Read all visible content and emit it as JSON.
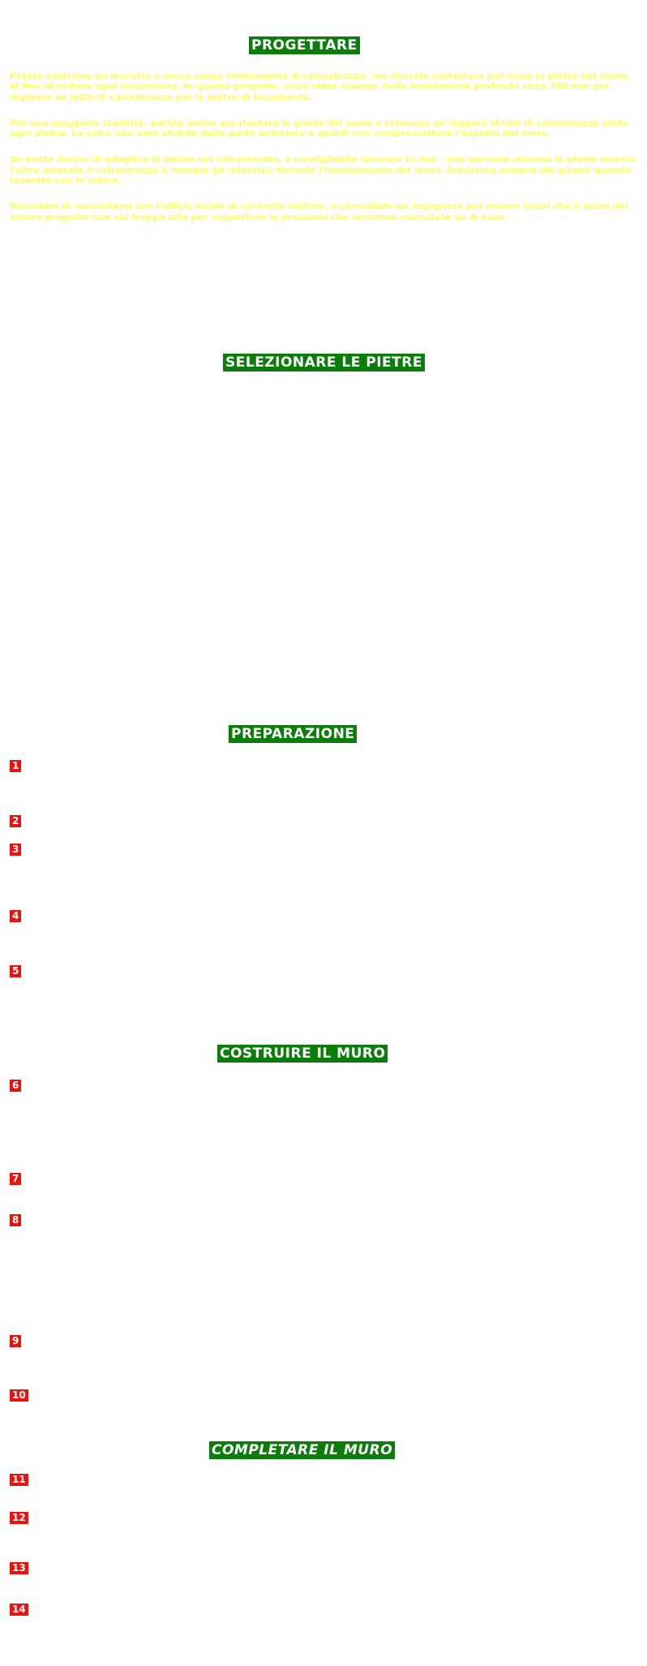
{
  "sections": {
    "progettare": {
      "title": "PROGETTARE",
      "paragraphs": [
        "Potete costruire un muretto a secco senza fondamenta di calcestruzzo, ma dovrete sotterrare per metà le pietre nel suolo, al fine di evitare ogni movimento. In questo progetto, sono state scavate delle fondamenta profonde circa 100 mm per ospitare un letto di calcestruzzo per le pietre di basamento.",
        "Per una maggiore stabilità, potete anche accatastare le pietre del muro o collocare un leggero strato di calcestruzzo sotto ogni pietra. La calce non sarà visibile dalla parte anteriore e quindi non comprometterà l'aspetto del muro.",
        "Se avete deciso di adagiare le pietre nel calcestruzzo, è consigliabile lavorare in due - una persona sistema le pietre mentre l'altra mescola il calcestruzzo e riempie gli interstizi durante l'innalzamento del muro. Indossate sempre dei guanti quando lavorate con le pietre.",
        "Ricordate di controllarvi con l'ufficio locale di controllo edilizio, e consultate un ingegnere per essere sicuri che il muro del vostro progetto non sia troppo alto per sopportare le pressioni che verranno esercitate su di esso."
      ]
    },
    "selezionare": {
      "title": "SELEZIONARE LE PIETRE"
    },
    "preparazione": {
      "title": "PREPARAZIONE",
      "steps": [
        "1",
        "2",
        "3",
        "4",
        "5"
      ]
    },
    "costruire": {
      "title": "COSTRUIRE IL MURO",
      "steps": [
        "6",
        "7",
        "8",
        "9",
        "10"
      ]
    },
    "completare": {
      "title": "COMPLETARE IL MURO",
      "steps": [
        "11",
        "12",
        "13",
        "14"
      ]
    }
  }
}
